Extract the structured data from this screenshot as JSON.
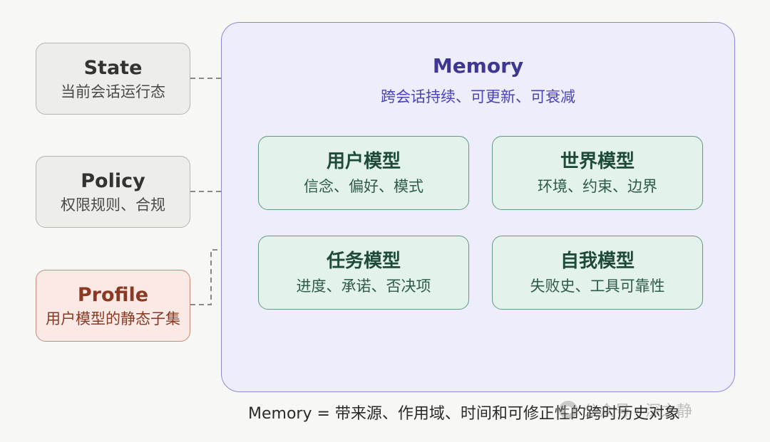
{
  "state": {
    "title": "State",
    "subtitle": "当前会话运行态"
  },
  "policy": {
    "title": "Policy",
    "subtitle": "权限规则、合规"
  },
  "profile": {
    "title": "Profile",
    "subtitle": "用户模型的静态子集"
  },
  "memory": {
    "title": "Memory",
    "subtitle": "跨会话持续、可更新、可衰减",
    "models": [
      {
        "title": "用户模型",
        "subtitle": "信念、偏好、模式"
      },
      {
        "title": "世界模型",
        "subtitle": "环境、约束、边界"
      },
      {
        "title": "任务模型",
        "subtitle": "进度、承诺、否决项"
      },
      {
        "title": "自我模型",
        "subtitle": "失败史、工具可靠性"
      }
    ]
  },
  "footer": "Memory = 带来源、作用域、时间和可修正性的跨时历史对象",
  "watermark": {
    "icon": "wechat-icon",
    "text": "公众号 · 深之静"
  },
  "colors": {
    "memory_accent": "#3e3791",
    "model_green": "#5f9c82",
    "profile_red": "#8a3a22",
    "neutral_gray": "#b5b5b0"
  }
}
